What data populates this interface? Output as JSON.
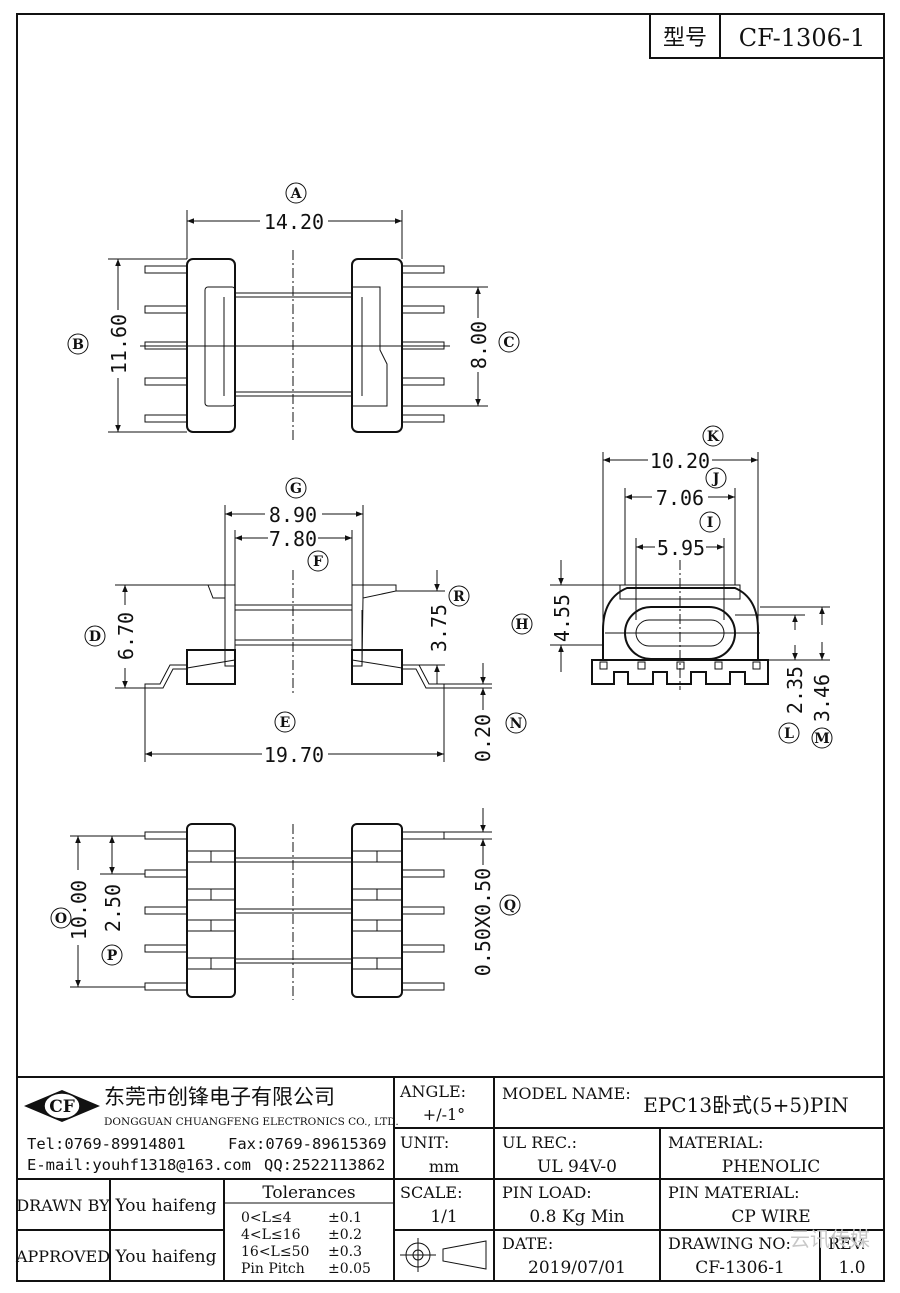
{
  "title_block": {
    "model_label": "型号",
    "model_value": "CF-1306-1"
  },
  "dims": {
    "A": "14.20",
    "B": "11.60",
    "C": "8.00",
    "G": "8.90",
    "F": "7.80",
    "D": "6.70",
    "R": "3.75",
    "E": "19.70",
    "N": "0.20",
    "K": "10.20",
    "J": "7.06",
    "I": "5.95",
    "H": "4.55",
    "L": "2.35",
    "M": "3.46",
    "O": "10.00",
    "P": "2.50",
    "Q": "0.50X0.50"
  },
  "letters": [
    "A",
    "B",
    "C",
    "D",
    "E",
    "F",
    "G",
    "H",
    "I",
    "J",
    "K",
    "L",
    "M",
    "N",
    "O",
    "P",
    "Q",
    "R"
  ],
  "company": {
    "logo_text": "CF",
    "name_cn": "东莞市创锋电子有限公司",
    "name_en": "DONGGUAN CHUANGFENG ELECTRONICS CO., LTD.",
    "tel": "Tel:0769-89914801",
    "fax": "Fax:0769-89615369",
    "email": "E-mail:youhf1318@163.com",
    "qq": "QQ:2522113862"
  },
  "drawn_by": {
    "label": "DRAWN BY",
    "value": "You haifeng"
  },
  "approved": {
    "label": "APPROVED",
    "value": "You haifeng"
  },
  "tolerances": {
    "title": "Tolerances",
    "rows": [
      {
        "range": "0<L≤4",
        "tol": "±0.1"
      },
      {
        "range": "4<L≤16",
        "tol": "±0.2"
      },
      {
        "range": "16<L≤50",
        "tol": "±0.3"
      },
      {
        "range": "Pin Pitch",
        "tol": "±0.05"
      }
    ]
  },
  "angle": {
    "label": "ANGLE:",
    "value": "+/-1°"
  },
  "unit": {
    "label": "UNIT:",
    "value": "mm"
  },
  "scale": {
    "label": "SCALE:",
    "value": "1/1"
  },
  "model_name": {
    "label": "MODEL NAME:",
    "value": "EPC13卧式(5+5)PIN"
  },
  "ul_rec": {
    "label": "UL REC.:",
    "value": "UL 94V-0"
  },
  "material": {
    "label": "MATERIAL:",
    "value": "PHENOLIC"
  },
  "pin_load": {
    "label": "PIN LOAD:",
    "value": "0.8 Kg Min"
  },
  "pin_material": {
    "label": "PIN MATERIAL:",
    "value": "CP WIRE"
  },
  "date": {
    "label": "DATE:",
    "value": "2019/07/01"
  },
  "drawing_no": {
    "label": "DRAWING NO:",
    "value": "CF-1306-1"
  },
  "rev": {
    "label": "REV.",
    "value": "1.0"
  },
  "watermark": "云讯传媒",
  "colors": {
    "line": "#111111",
    "paper": "#ffffff",
    "watermark": "#c8c8c8"
  }
}
